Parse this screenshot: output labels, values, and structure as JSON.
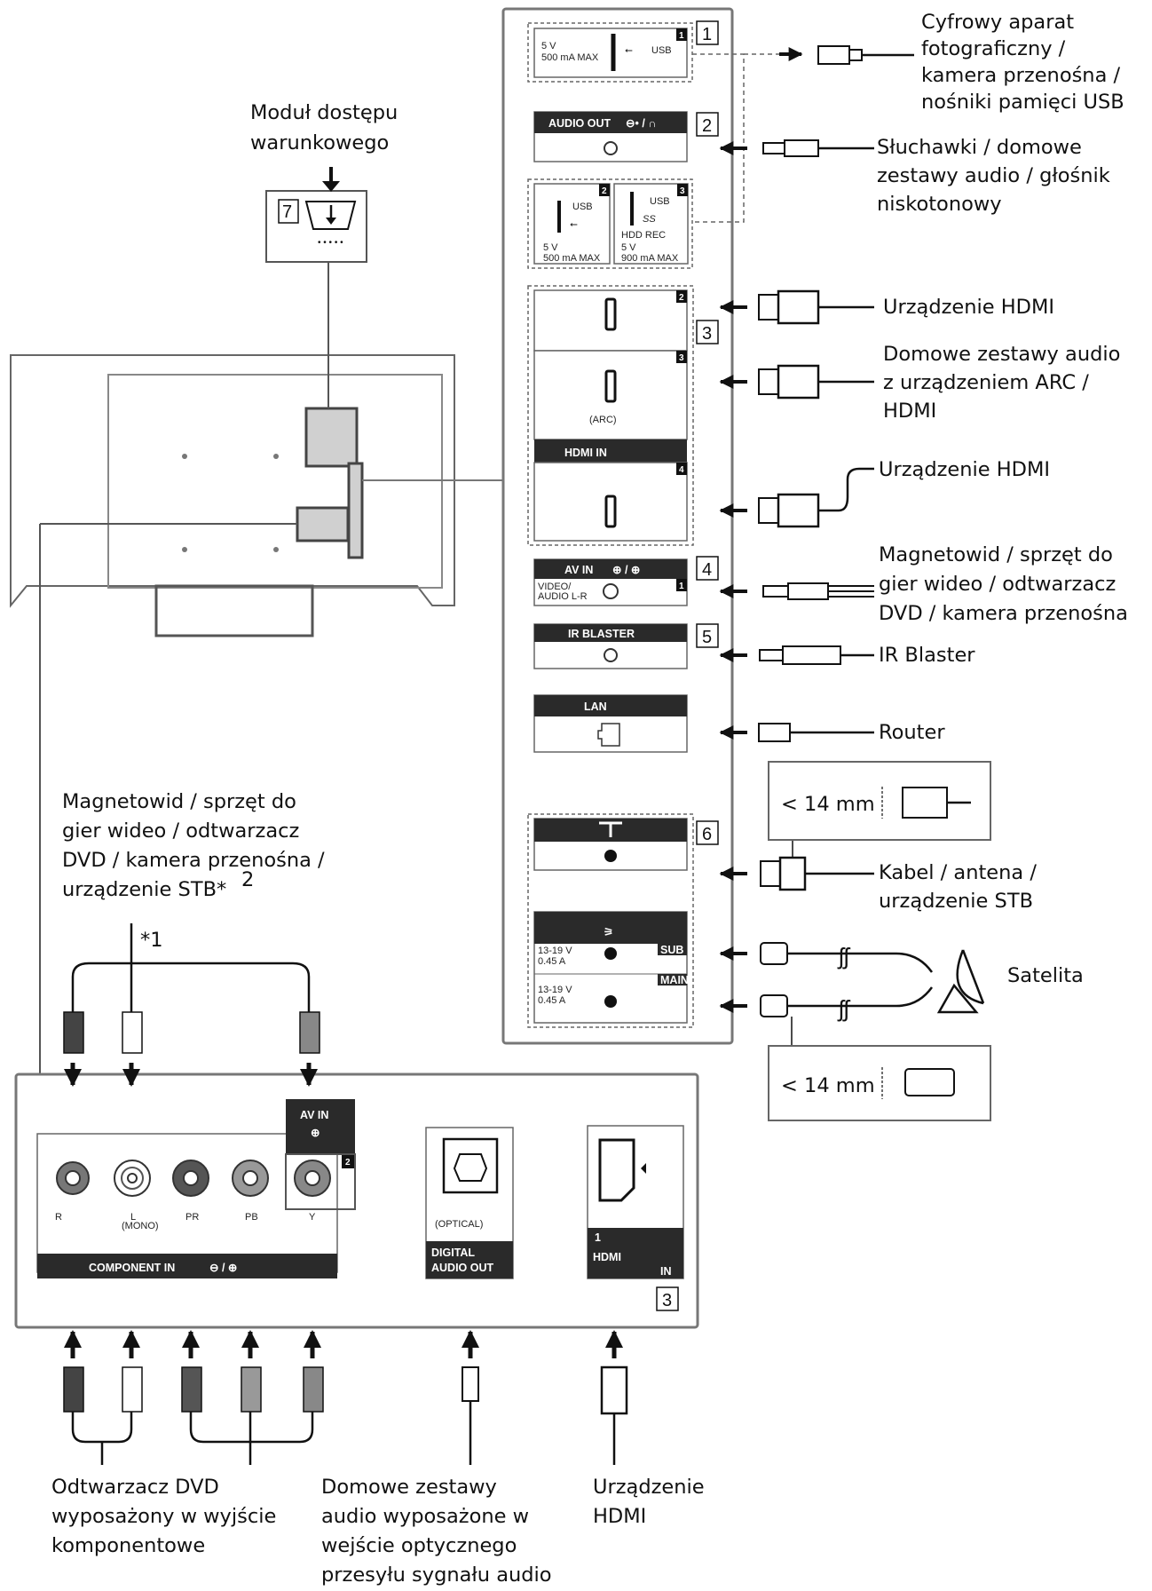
{
  "labels": {
    "camera": [
      "Cyfrowy aparat",
      "fotograficzny /",
      "kamera przenośna /",
      "nośniki pamięci USB"
    ],
    "headphones": [
      "Słuchawki / domowe",
      "zestawy audio / głośnik",
      "niskotonowy"
    ],
    "hdmi_device_1": "Urządzenie HDMI",
    "arc_audio": [
      "Domowe zestawy audio",
      "z urządzeniem ARC /",
      "HDMI"
    ],
    "hdmi_device_2": "Urządzenie HDMI",
    "av_right": [
      "Magnetowid / sprzęt do",
      "gier wideo / odtwarzacz",
      "DVD / kamera przenośna"
    ],
    "ir_blaster": "IR Blaster",
    "router": "Router",
    "cable_antenna": [
      "Kabel / antena /",
      "urządzenie STB"
    ],
    "satellite": "Satelita",
    "cam_module": [
      "Moduł dostępu",
      "warunkowego"
    ],
    "av_left": [
      "Magnetowid / sprzęt do",
      "gier wideo / odtwarzacz",
      "DVD / kamera przenośna /",
      "urządzenie STB*"
    ],
    "av_left_sup": "2",
    "note1": "*1",
    "dvd_component": [
      "Odtwarzacz DVD",
      "wyposażony w wyjście",
      "komponentowe"
    ],
    "optical_audio": [
      "Domowe zestawy",
      "audio wyposażone w",
      "wejście optycznego",
      "przesyłu sygnału audio"
    ],
    "hdmi_bottom": [
      "Urządzenie",
      "HDMI"
    ],
    "mm_top": "< 14 mm",
    "mm_bottom": "< 14 mm"
  },
  "numbers": {
    "n1": "1",
    "n2": "2",
    "n3": "3",
    "n4": "4",
    "n5": "5",
    "n6": "6",
    "n7": "7",
    "n3b": "3"
  },
  "ports": {
    "usb1_a": "5 V",
    "usb1_b": "500 mA MAX",
    "usb1_c": "USB",
    "usb1_n": "1",
    "audio_out": "AUDIO OUT",
    "usb2_a": "USB",
    "usb2_b": "5 V",
    "usb2_c": "500 mA MAX",
    "usb2_n": "2",
    "usb3_a": "USB",
    "usb3_b": "SS",
    "usb3_c": "HDD REC",
    "usb3_d": "5 V",
    "usb3_e": "900 mA MAX",
    "usb3_n": "3",
    "hdmi2_n": "2",
    "hdmi3_n": "3",
    "hdmi4_n": "4",
    "arc": "(ARC)",
    "hdmi_in": "HDMI IN",
    "av_in": "AV IN",
    "av_sub1": "VIDEO/",
    "av_sub2": "AUDIO L-R",
    "av_n": "1",
    "ir_blaster": "IR BLASTER",
    "lan": "LAN",
    "sat_v1": "13-19 V",
    "sat_a1": "0.45 A",
    "sat_sub": "SUB",
    "sat_v2": "13-19 V",
    "sat_a2": "0.45 A",
    "sat_main": "MAIN",
    "comp_r": "R",
    "comp_l": "L",
    "comp_mono": "(MONO)",
    "comp_pr": "PR",
    "comp_pb": "PB",
    "comp_y": "Y",
    "component_in": "COMPONENT IN",
    "av_in2": "AV IN",
    "av_in2_n": "2",
    "optical": "(OPTICAL)",
    "digital": "DIGITAL",
    "audio_out2": "AUDIO OUT",
    "hdmi1_n": "1",
    "hdmi1": "HDMI",
    "hdmi1_in": "IN"
  }
}
